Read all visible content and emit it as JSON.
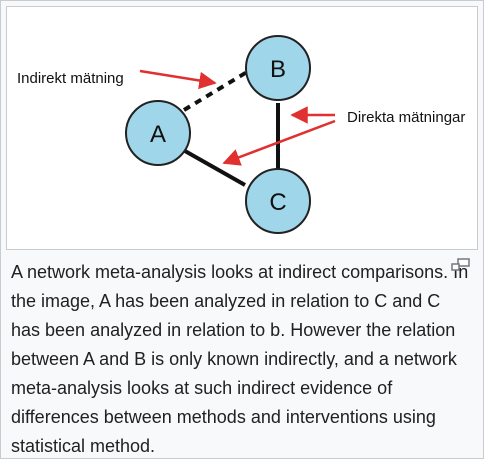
{
  "diagram": {
    "nodes": {
      "a": "A",
      "b": "B",
      "c": "C"
    },
    "label_indirect": "Indirekt mätning",
    "label_direct": "Direkta mätningar",
    "colors": {
      "node_fill": "#9fd6ea",
      "node_stroke": "#222222",
      "edge": "#111111",
      "arrow": "#e03030"
    }
  },
  "caption": {
    "text": "A network meta-analysis looks at indirect comparisons. In the image, A has been analyzed in relation to C and C has been analyzed in relation to b. However the relation between A and B is only known indirectly, and a network meta-analysis looks at such indirect evidence of differences between methods and interventions using statistical method."
  },
  "icons": {
    "enlarge": "magnify-clip-icon"
  }
}
